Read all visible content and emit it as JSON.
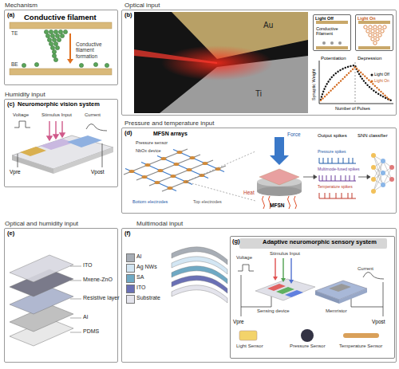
{
  "diagram": {
    "nodes": [
      {
        "text": [
          "Mechanism",
          "(a)"
        ]
      },
      {
        "text": [
          "Optical input",
          "(b)"
        ]
      },
      {
        "text": [
          "Light Off"
        ],
        "in": 1
      },
      {
        "text": [
          "Light On"
        ],
        "in": 1
      },
      {
        "text": [
          "Humidity input",
          "(c)"
        ]
      },
      {
        "text": [
          "Pressure and temperature input",
          "(d)"
        ]
      },
      {
        "text": [
          "Optical and humidity input",
          "(e)"
        ]
      },
      {
        "text": [
          "Multimodal input",
          "(f)"
        ]
      },
      {
        "text": [
          "(g)",
          "Adaptive neuromorphic sensory system"
        ],
        "in": 7
      }
    ],
    "labels": [
      "Conductive filament",
      "TE",
      "Conductive filament formation",
      "BE",
      "Au",
      "Ti",
      "Conductive Filament",
      "Potentiation",
      "Depression",
      "Synaptic Weight",
      "Light Off",
      "Light On",
      "Number of Pulses",
      "Neuromorphic vision system",
      "Voltage",
      "Stimulus Input",
      "Current",
      "Vpre",
      "Vpost",
      "MFSN arrays",
      "Pressure sensor",
      "NbOx device",
      "Bottom electrodes",
      "Top electrodes",
      "Force",
      "Heat",
      "MFSN",
      "Output spikes",
      "SNN classifier",
      "Pressure spikes",
      "Multimode-fused spikes",
      "Temperature spikes",
      "ITO",
      "Mxene-ZnO",
      "Resistive layer",
      "Al",
      "PDMS",
      "Voltage",
      "Stimulus Input",
      "Sensing device",
      "Memristor",
      "Current",
      "Vpre",
      "Vpost",
      "Light Sensor",
      "Pressure Sensor",
      "Temperature Sensor"
    ],
    "legend": [
      {
        "text": "Al",
        "color": "#a7adb5"
      },
      {
        "text": "Ag NWs",
        "color": "#d3e6f3"
      },
      {
        "text": "SA",
        "color": "#6fa9c4"
      },
      {
        "text": "ITO",
        "color": "#6a70b5"
      },
      {
        "text": "Substrate",
        "color": "#e4e4ec"
      }
    ]
  }
}
